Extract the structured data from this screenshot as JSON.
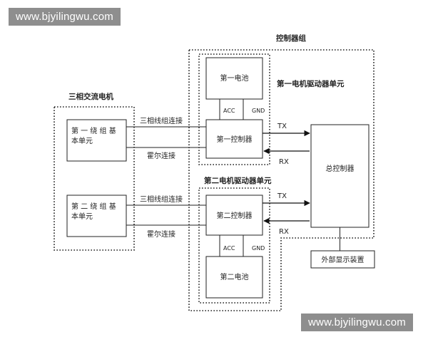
{
  "watermark_top": "www.bjyilingwu.com",
  "watermark_bottom": "www.bjyilingwu.com",
  "diagram": {
    "group_labels": {
      "motor": "三相交流电机",
      "controller_group": "控制器组",
      "unit1": "第一电机驱动器单元",
      "unit2": "第二电机驱动器单元"
    },
    "boxes": {
      "winding1_line1": "第 一 绕 组 基",
      "winding1_line2": "本单元",
      "winding2_line1": "第 二 绕 组 基",
      "winding2_line2": "本单元",
      "battery1": "第一电池",
      "battery2": "第二电池",
      "controller1": "第一控制器",
      "controller2": "第二控制器",
      "master_controller": "总控制器",
      "display": "外部显示装置"
    },
    "signals": {
      "three_phase_1": "三相线组连接",
      "hall_1": "霍尔连接",
      "three_phase_2": "三相线组连接",
      "hall_2": "霍尔连接",
      "acc_1": "ACC",
      "gnd_1": "GND",
      "acc_2": "ACC",
      "gnd_2": "GND",
      "tx_1": "TX",
      "rx_1": "RX",
      "tx_2": "TX",
      "rx_2": "RX"
    }
  }
}
